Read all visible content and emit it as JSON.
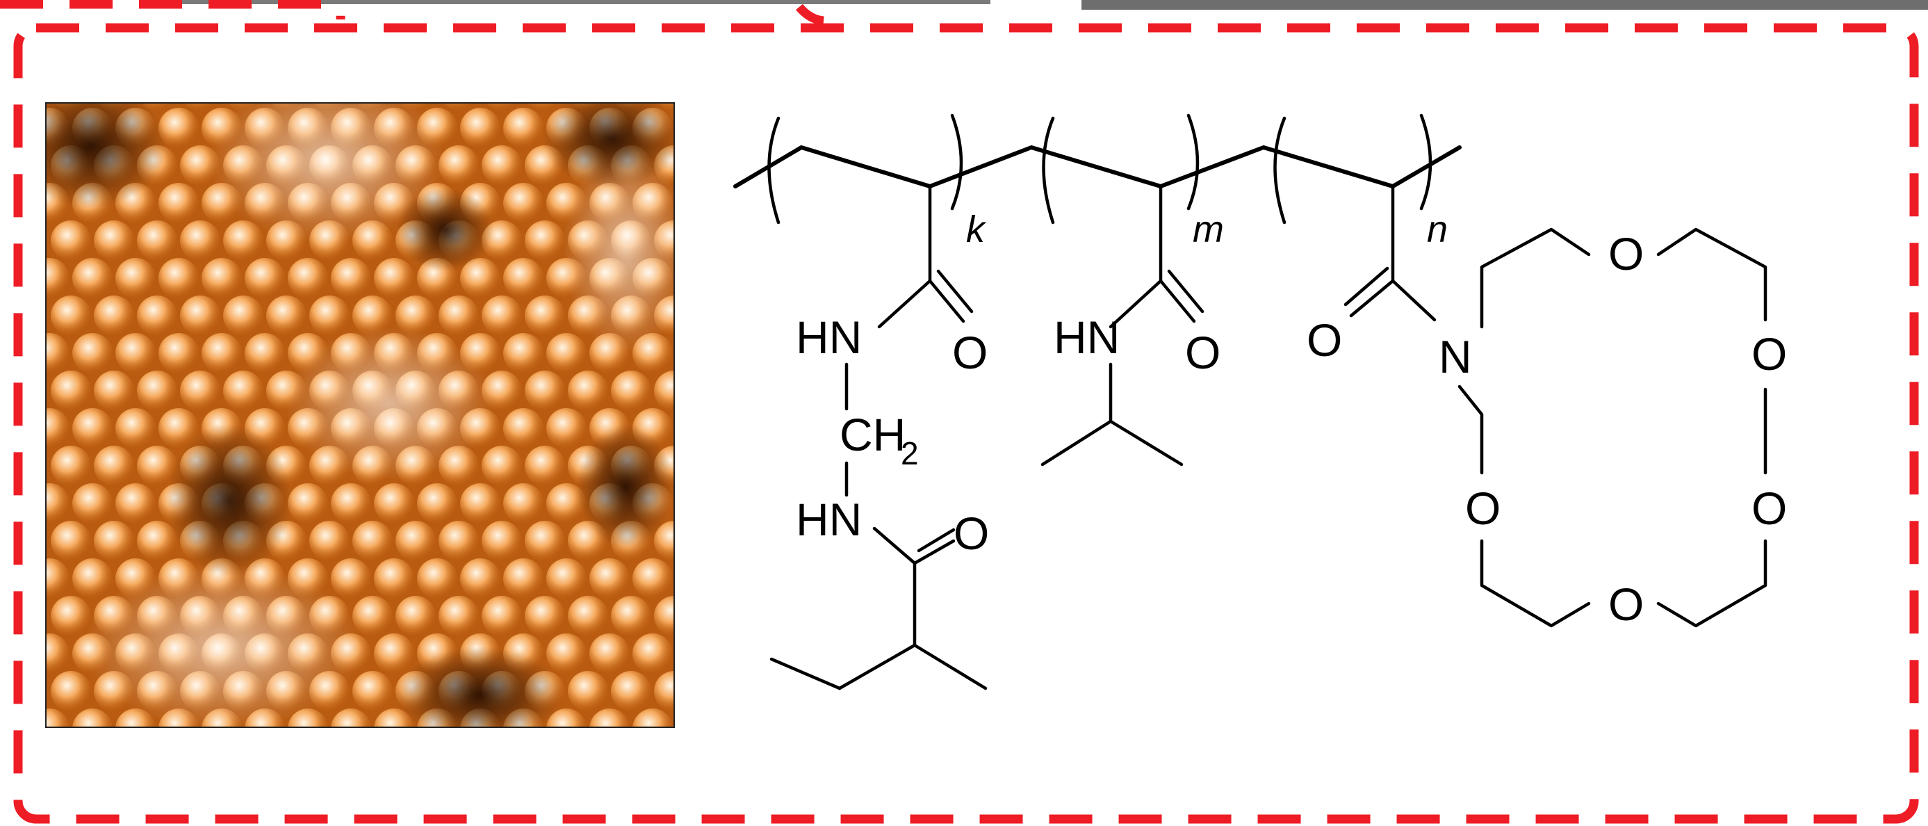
{
  "colors": {
    "frame": "#ee1c25",
    "afm_dark": "#2a1204",
    "afm_mid": "#d8741c",
    "afm_light": "#fff4e4",
    "ink": "#000000",
    "photo_gray": "#6e6e6e"
  },
  "afm_image": {
    "lattice": "hexagonal close-packed nanoparticle array"
  },
  "structure": {
    "repeat_units": [
      {
        "subscript": "k",
        "amide": "HN",
        "linker_group": "CH",
        "linker_sub": "2",
        "amide2": "HN",
        "carbonyl_o": "O",
        "carbonyl_o2": "O"
      },
      {
        "subscript": "m",
        "amide": "HN",
        "carbonyl_o": "O"
      },
      {
        "subscript": "n",
        "carbonyl_o": "O",
        "ring_n": "N",
        "ring_o": [
          "O",
          "O",
          "O",
          "O",
          "O"
        ]
      }
    ]
  }
}
